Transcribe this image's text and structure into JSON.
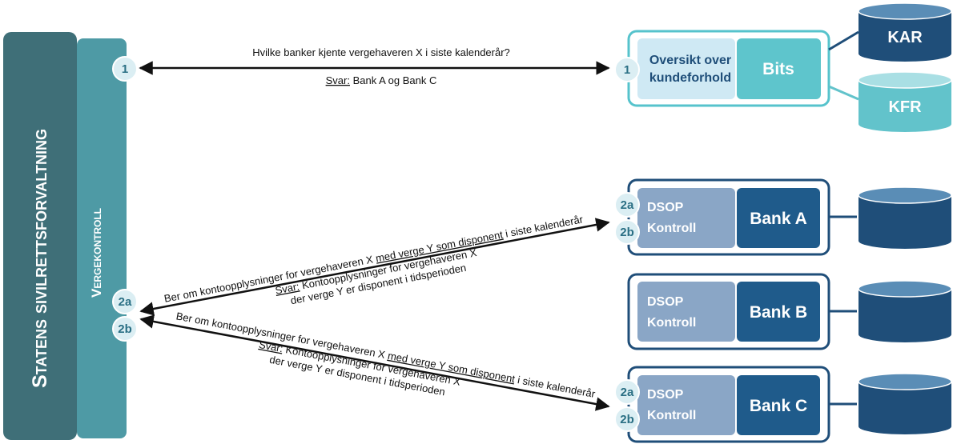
{
  "colors": {
    "dark_teal": "#3f6f78",
    "mid_teal": "#4e9aa5",
    "bits_border": "#56c3cc",
    "bits_box": "#5ec5cc",
    "bits_light": "#cfe9f4",
    "navy": "#1f4e79",
    "navy_box": "#1f5b8b",
    "dsop_box": "#8aa6c6",
    "kfr": "#62c3cb"
  },
  "left_bar": {
    "title": "Statens sivilrettsforvaltning",
    "subtitle": "Vergekontroll"
  },
  "flow1": {
    "badge": "1",
    "question": "Hvilke banker kjente vergehaveren X i siste kalenderår?",
    "answer_label": "Svar:",
    "answer_text": "Bank A og Bank C"
  },
  "flow2": {
    "badge_a": "2a",
    "badge_b": "2b",
    "request_prefix": "Ber om kontoopplysninger for vergehaveren X ",
    "request_underlined": "med verge Y som disponent",
    "request_suffix": " i siste kalenderår",
    "answer_label": "Svar:",
    "answer_line1": " Kontoopplysninger for vergehaveren X",
    "answer_line2": "der verge Y er disponent i tidsperioden"
  },
  "bits": {
    "badge": "1",
    "overview_line1": "Oversikt over",
    "overview_line2": "kundeforhold",
    "name": "Bits",
    "db_kar": "KAR",
    "db_kfr": "KFR"
  },
  "banks": [
    {
      "name": "Bank A",
      "dsop_line1": "DSOP",
      "dsop_line2": "Kontroll",
      "badge_a": "2a",
      "badge_b": "2b"
    },
    {
      "name": "Bank B",
      "dsop_line1": "DSOP",
      "dsop_line2": "Kontroll"
    },
    {
      "name": "Bank C",
      "dsop_line1": "DSOP",
      "dsop_line2": "Kontroll",
      "badge_a": "2a",
      "badge_b": "2b"
    }
  ]
}
